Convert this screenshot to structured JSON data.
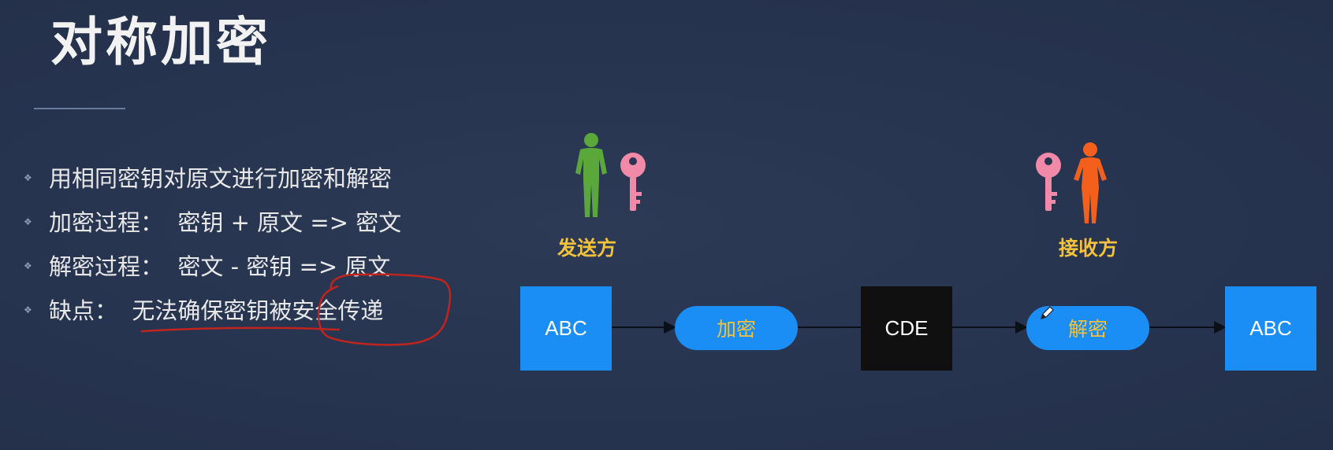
{
  "slide": {
    "title": "对称加密",
    "bullets": [
      "用相同密钥对原文进行加密和解密",
      "加密过程：  密钥 + 原文 => 密文",
      "解密过程：  密文 - 密钥 => 原文",
      "缺点：  无法确保密钥被安全传递"
    ]
  },
  "diagram": {
    "sender_label": "发送方",
    "receiver_label": "接收方",
    "plaintext_in": "ABC",
    "encrypt_label": "加密",
    "ciphertext": "CDE",
    "decrypt_label": "解密",
    "plaintext_out": "ABC"
  },
  "colors": {
    "background": "#283550",
    "box_blue": "#1a8ef5",
    "box_black": "#101010",
    "label_yellow": "#f3c13b",
    "sender_green": "#5aa83a",
    "receiver_orange": "#f4601c",
    "key_pink": "#f08aa8",
    "annotation_red": "#c0241c"
  }
}
